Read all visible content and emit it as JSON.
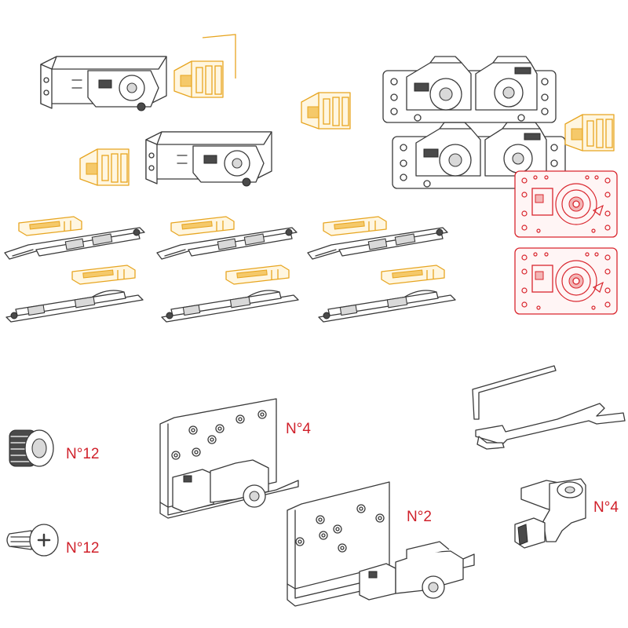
{
  "labels": {
    "spring_qty": "N°12",
    "screw_qty": "N°12",
    "bracket_large_qty": "N°4",
    "bracket_small_qty": "N°2",
    "guide_qty": "N°4"
  },
  "colors": {
    "outline": "#3a3a3a",
    "highlight_yellow": "#e7a520",
    "highlight_red": "#d9262e",
    "label_red": "#d0202a"
  }
}
